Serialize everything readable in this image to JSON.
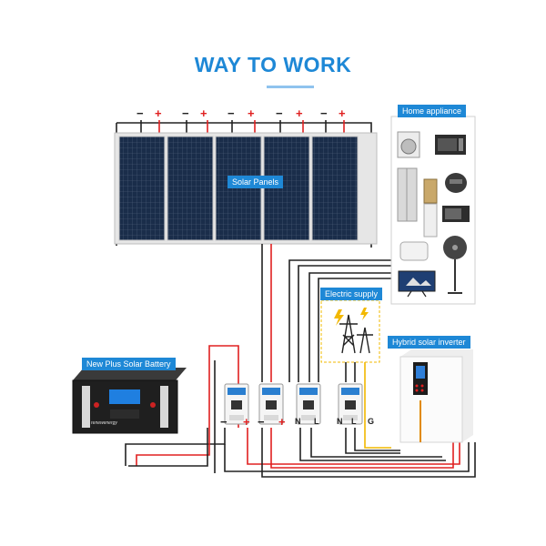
{
  "title": "WAY TO WORK",
  "labels": {
    "solar_panels": "Solar Panels",
    "home_appliance": "Home appliance",
    "electric_supply": "Electric supply",
    "hybrid_inverter": "Hybrid solar inverter",
    "battery": "New Plus Solar Battery",
    "battery_brand": "renewenergy"
  },
  "panel_signs": {
    "neg": "−",
    "pos": "+"
  },
  "breaker_terminals": {
    "battery_neg": "−",
    "battery_pos": "+",
    "pv_neg": "−",
    "pv_pos": "+",
    "n1": "N",
    "l1": "L",
    "n2": "N",
    "l2": "L",
    "g": "G"
  },
  "colors": {
    "accent": "#1e88d6",
    "positive_wire": "#e02020",
    "negative_wire": "#222222",
    "ground_wire": "#f2b800",
    "panel": "#1a2d4a"
  }
}
